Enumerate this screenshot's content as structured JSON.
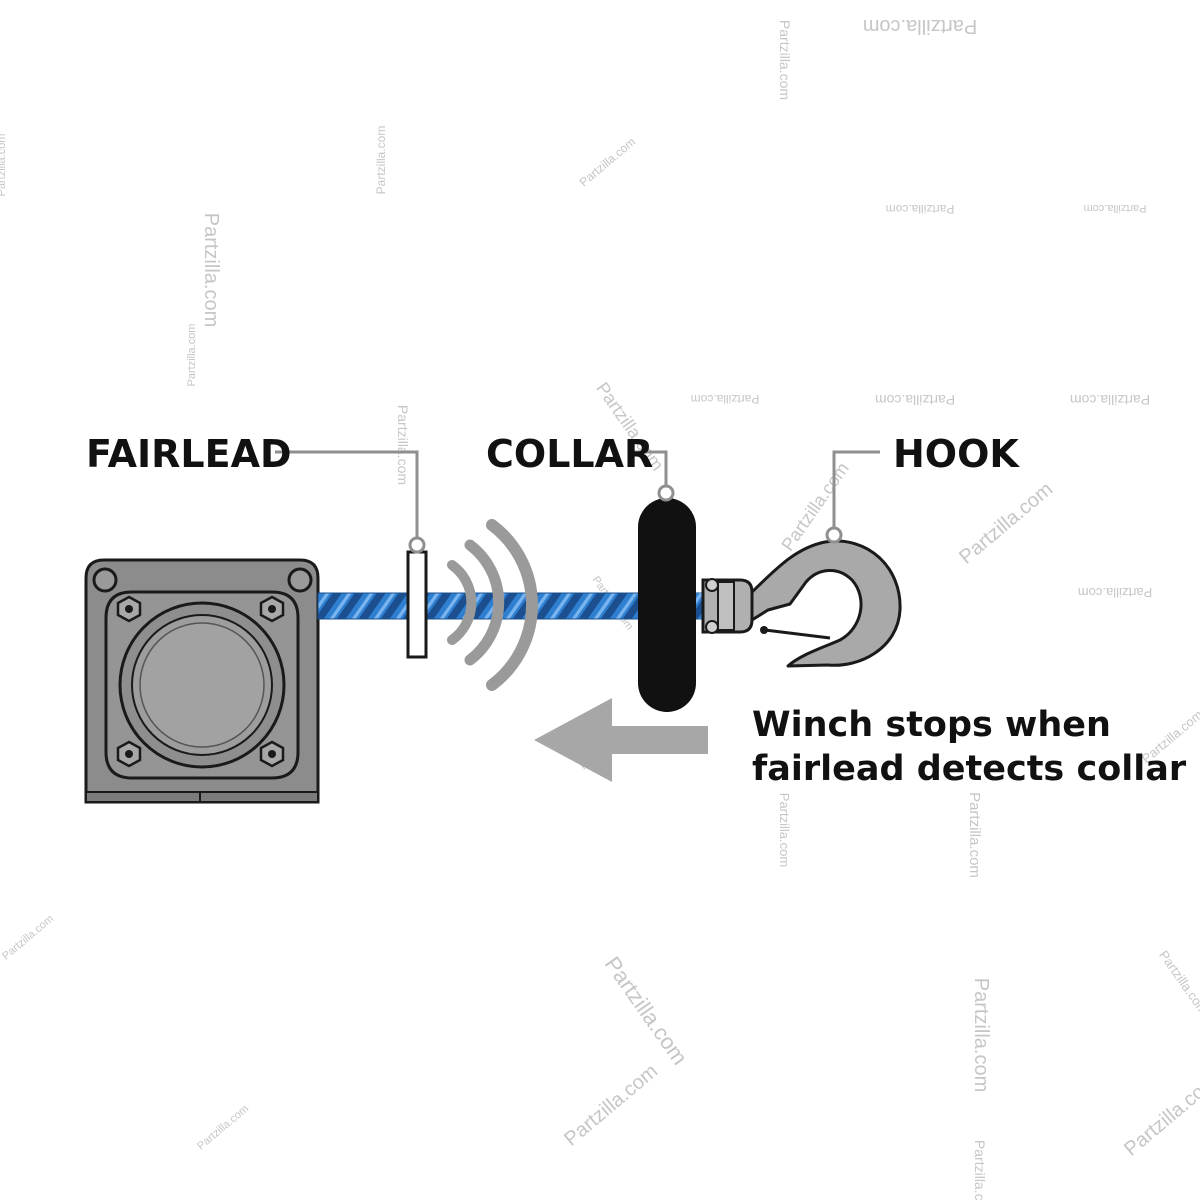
{
  "labels": {
    "fairlead": "FAIRLEAD",
    "collar": "COLLAR",
    "hook": "HOOK"
  },
  "caption": {
    "line1": "Winch stops when",
    "line2": "fairlead detects collar"
  },
  "watermark": {
    "text": "Partzilla.com"
  },
  "colors": {
    "rope": "#2f7fd1",
    "rope_stripe": "#1b4f8f",
    "winch_body": "#8c8c8c",
    "winch_outline": "#1a1a1a",
    "collar": "#111111",
    "hook": "#a9a9a9",
    "arrow": "#a7a7a7",
    "leader_line": "#8f8f8f",
    "signal_waves": "#9a9a9a"
  },
  "icons": {
    "winch": "winch-motor-icon",
    "fairlead": "fairlead-sensor-icon",
    "collar": "rope-collar-icon",
    "hook": "clevis-hook-icon",
    "arrow": "left-arrow-icon",
    "signal": "signal-waves-icon"
  }
}
